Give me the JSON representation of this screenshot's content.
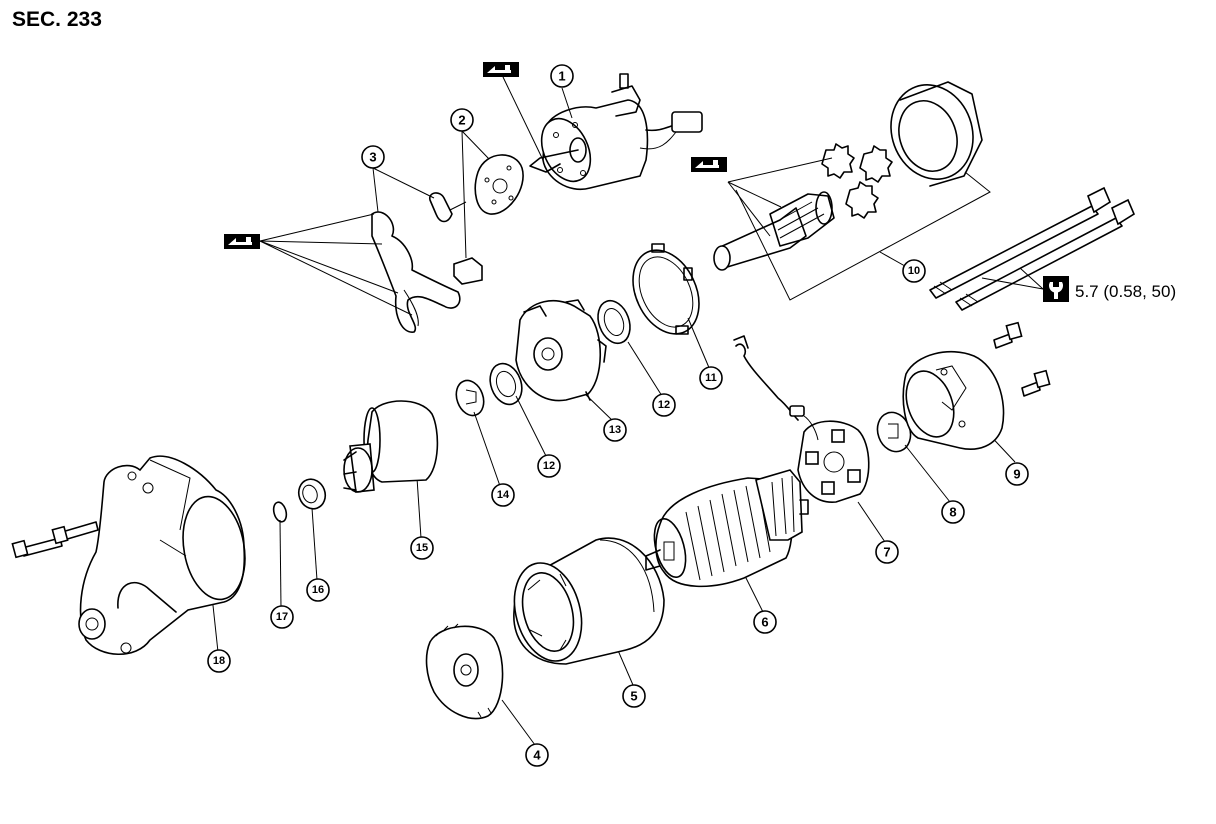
{
  "section_label": "SEC. 233",
  "torque_spec": "5.7 (0.58, 50)",
  "icons": {
    "grease": "grease-symbol-icon",
    "torque": "torque-wrench-icon"
  },
  "callouts": [
    "1",
    "2",
    "3",
    "4",
    "5",
    "6",
    "7",
    "8",
    "9",
    "10",
    "11",
    "12",
    "12",
    "13",
    "14",
    "15",
    "16",
    "17",
    "18"
  ]
}
